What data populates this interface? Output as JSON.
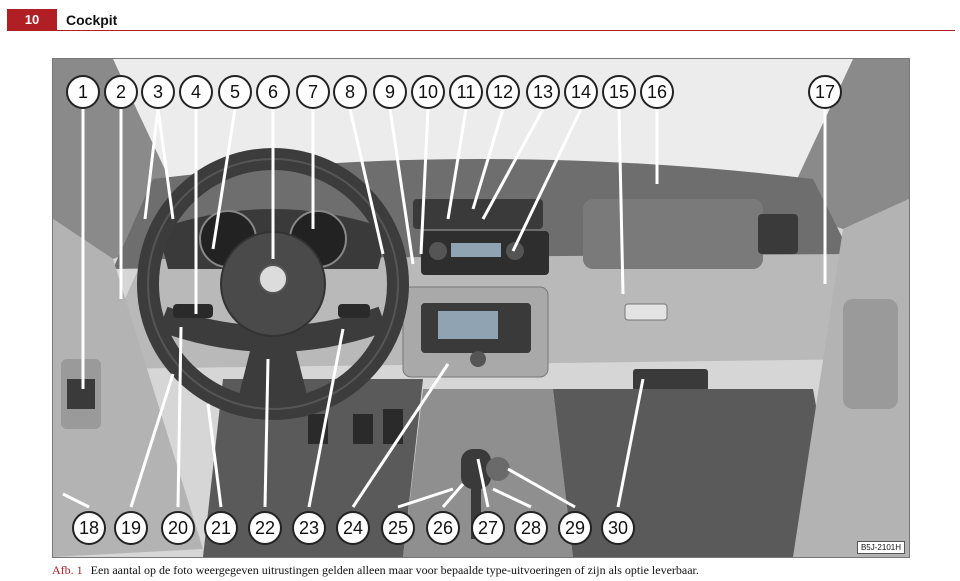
{
  "header": {
    "page_number": "10",
    "section_title": "Cockpit"
  },
  "figure": {
    "reference_code": "B5J-2101H",
    "callouts_top": [
      "1",
      "2",
      "3",
      "4",
      "5",
      "6",
      "7",
      "8",
      "9",
      "10",
      "11",
      "12",
      "13",
      "14",
      "15",
      "16",
      "17"
    ],
    "callouts_bottom": [
      "18",
      "19",
      "20",
      "21",
      "22",
      "23",
      "24",
      "25",
      "26",
      "27",
      "28",
      "29",
      "30"
    ]
  },
  "caption": {
    "label": "Afb. 1",
    "text": "Een aantal op de foto weergegeven uitrustingen gelden alleen maar voor bepaalde type-uitvoeringen of zijn als optie leverbaar."
  },
  "colors": {
    "accent": "#b01f24"
  }
}
